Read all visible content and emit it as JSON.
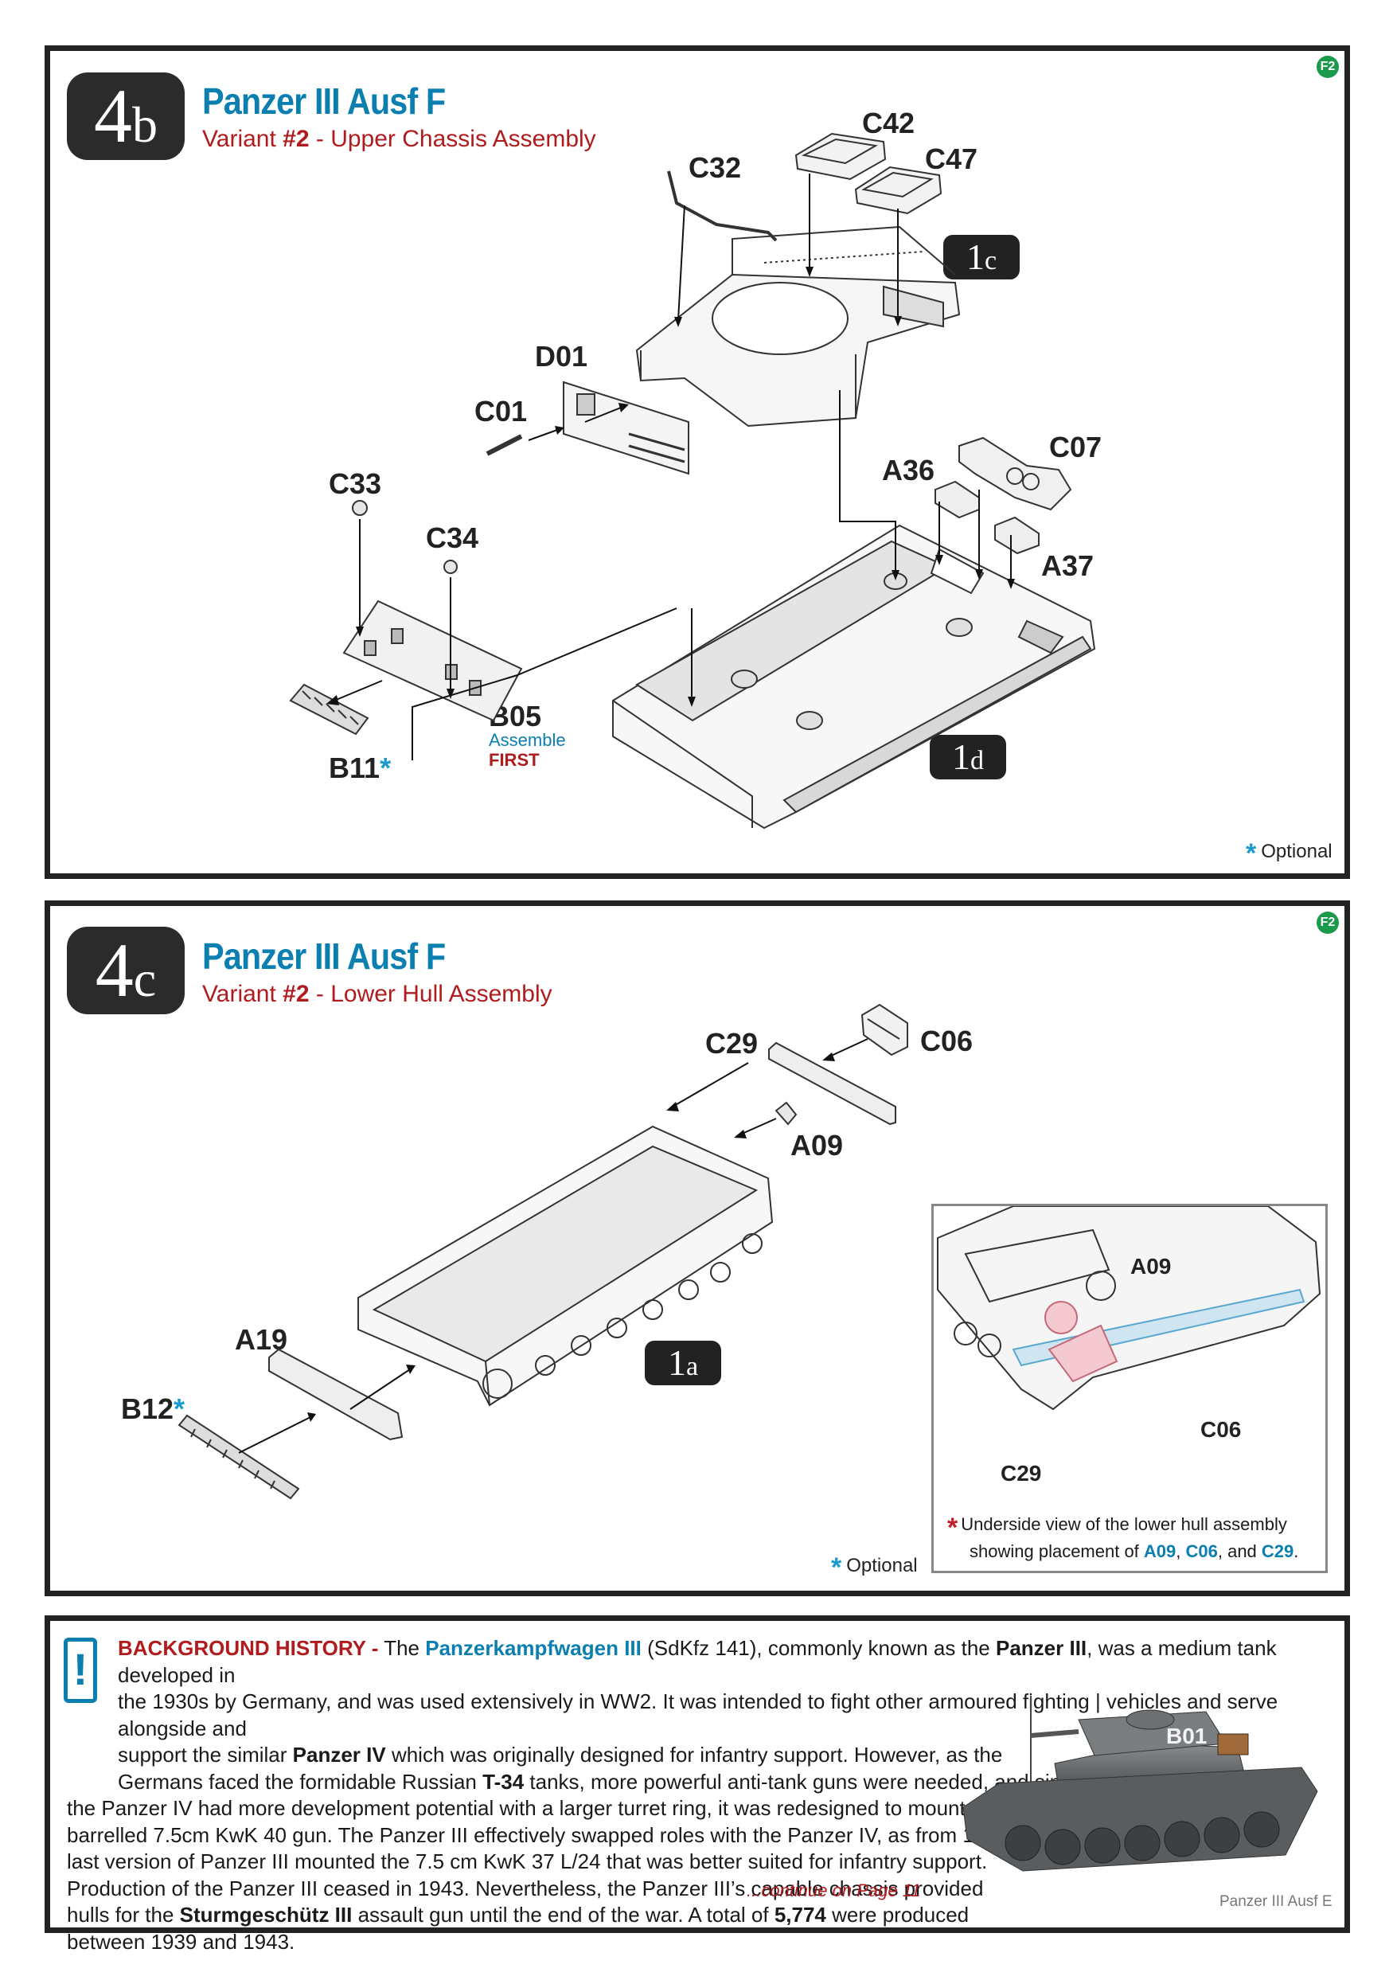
{
  "panel_4b": {
    "step_number": "4",
    "step_letter": "b",
    "title": "Panzer III Ausf F",
    "variant_label": "Variant ",
    "variant_num": "#2",
    "variant_desc": " - Upper Chassis Assembly",
    "sheet_code": "F2",
    "parts": [
      "C42",
      "C47",
      "C32",
      "D01",
      "C01",
      "C33",
      "C34",
      "C07",
      "A36",
      "A37",
      "B05",
      "B11"
    ],
    "optional_star": "*",
    "assemble": "Assemble",
    "first": "FIRST",
    "section_1c": {
      "n": "1",
      "l": "c"
    },
    "section_1d": {
      "n": "1",
      "l": "d"
    },
    "optional_label": "Optional"
  },
  "panel_4c": {
    "step_number": "4",
    "step_letter": "c",
    "title": "Panzer III Ausf F",
    "variant_label": "Variant ",
    "variant_num": "#2",
    "variant_desc": " - Lower Hull Assembly",
    "sheet_code": "F2",
    "parts": [
      "C29",
      "C06",
      "A09",
      "A19",
      "B12"
    ],
    "section_1a": {
      "n": "1",
      "l": "a"
    },
    "optional_label": "Optional",
    "inset": {
      "labels": [
        "A09",
        "C06",
        "C29"
      ],
      "note_line1": "Underside view of the lower hull assembly",
      "note_line2_prefix": "showing placement of ",
      "note_a09": "A09",
      "note_sep1": ", ",
      "note_c06": "C06",
      "note_sep2": ", and ",
      "note_c29": "C29",
      "note_end": "."
    }
  },
  "history": {
    "heading": "BACKGROUND HISTORY -",
    "lines": [
      [
        {
          "t": "The "
        },
        {
          "t": "Panzerkampfwagen III",
          "s": "hl"
        },
        {
          "t": " (SdKfz 141), commonly known as the "
        },
        {
          "t": "Panzer III",
          "s": "b"
        },
        {
          "t": ", was a medium tank developed in"
        }
      ],
      [
        {
          "t": "the 1930s by Germany, and was used extensively in WW2. It was intended to fight other armoured fighting  |  vehicles and serve alongside and"
        }
      ],
      [
        {
          "t": "support the similar "
        },
        {
          "t": "Panzer IV",
          "s": "b"
        },
        {
          "t": " which was originally designed for infantry support.  However, as the"
        }
      ],
      [
        {
          "t": "Germans faced the formidable Russian "
        },
        {
          "t": "T-34",
          "s": "b"
        },
        {
          "t": " tanks, more powerful anti-tank guns were needed, and since"
        }
      ],
      [
        {
          "t": "the Panzer IV had more development potential with a larger turret ring, it was redesigned to mount the long-"
        }
      ],
      [
        {
          "t": "barrelled 7.5cm KwK 40 gun.  The Panzer III effectively swapped roles with the Panzer IV, as from 1942 the"
        }
      ],
      [
        {
          "t": "last version of Panzer III mounted the 7.5 cm KwK 37 L/24 that was better suited for infantry support."
        }
      ],
      [
        {
          "t": "Production of the Panzer III ceased in 1943.  Nevertheless, the Panzer III’s capable chassis provided"
        }
      ],
      [
        {
          "t": "hulls for the "
        },
        {
          "t": "Sturmgeschütz III",
          "s": "b"
        },
        {
          "t": " assault gun until the end of the war.  A total of "
        },
        {
          "t": "5,774",
          "s": "b"
        },
        {
          "t": " were produced"
        }
      ],
      [
        {
          "t": "between 1939 and 1943."
        }
      ]
    ],
    "continue": "...continue on Page 11",
    "photo_caption": "Panzer III Ausf E",
    "tank_marking": "B01"
  }
}
